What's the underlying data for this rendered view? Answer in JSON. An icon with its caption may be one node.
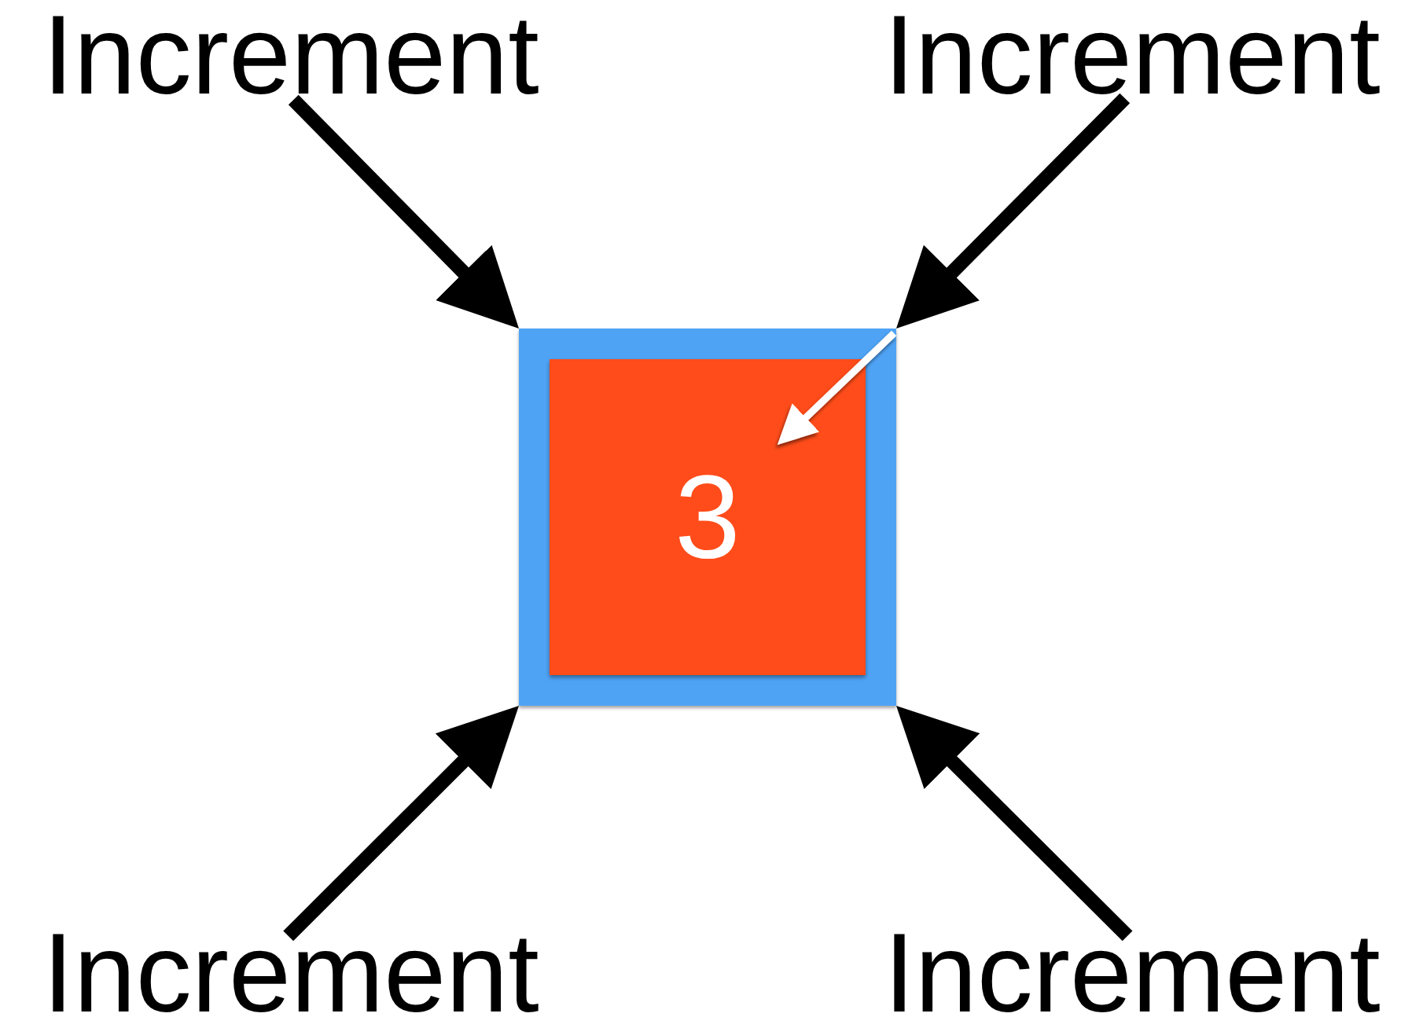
{
  "diagram": {
    "nodes": [
      {
        "text": [
          "Increment"
        ]
      },
      {
        "text": [
          "Increment"
        ]
      },
      {
        "text": [],
        "shape": "box"
      },
      {
        "text": [
          "3"
        ],
        "in": 2
      },
      {
        "text": [
          "Increment"
        ]
      },
      {
        "text": [
          "Increment"
        ]
      }
    ],
    "edges": [
      {
        "from": 0,
        "to": 2,
        "arrow": "to"
      },
      {
        "from": 1,
        "to": 2,
        "arrow": "to"
      },
      {
        "from": 4,
        "to": 2,
        "arrow": "to"
      },
      {
        "from": 5,
        "to": 2,
        "arrow": "to"
      },
      {
        "from": 2,
        "to": 3,
        "arrow": "to",
        "color": "#ffffff"
      }
    ]
  }
}
